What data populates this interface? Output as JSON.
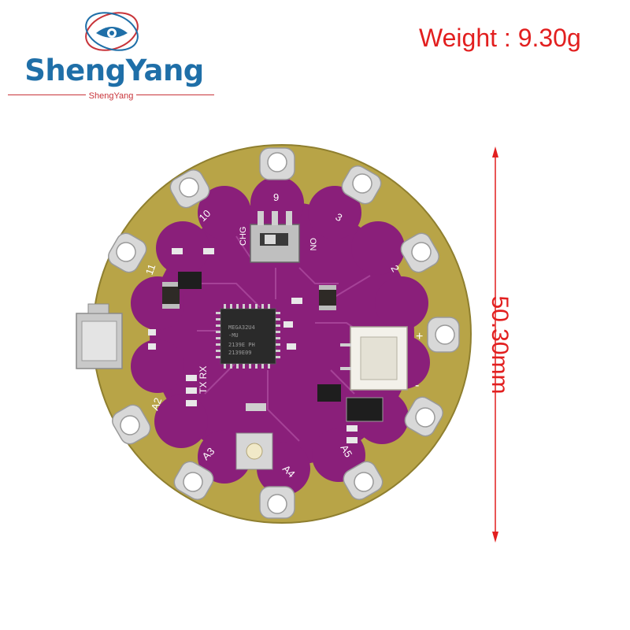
{
  "logo": {
    "name": "ShengYang",
    "subtitle": "ShengYang"
  },
  "annotations": {
    "weight": "Weight : 9.30g",
    "diameter": "50.30mm"
  },
  "board": {
    "chip_marking_1": "MEGA32U4",
    "chip_marking_2": "-MU",
    "chip_marking_3": "2139E  PH",
    "chip_marking_4": "2139E09",
    "switch_left": "CHG",
    "switch_right": "ON",
    "tx_rx": "TX RX",
    "plus": "+",
    "minus": "-",
    "pad_labels": [
      "9",
      "10",
      "3",
      "2",
      "11",
      "A2",
      "A3",
      "A4",
      "A5"
    ]
  },
  "colors": {
    "pcb_outer": "#b8a447",
    "pcb_inner": "#8a1f7a",
    "accent_red": "#e21f1f",
    "brand_blue": "#1f6fa8"
  }
}
